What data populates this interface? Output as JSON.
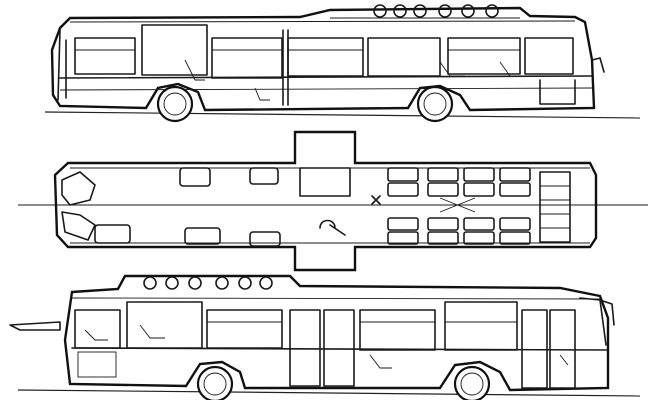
{
  "drawing": {
    "views": [
      {
        "id": "side-view-right",
        "description_visible": ""
      },
      {
        "id": "plan-view",
        "description_visible": ""
      },
      {
        "id": "side-view-left",
        "description_visible": ""
      }
    ],
    "stroke_color": "#1a1a1a",
    "background_color": "#ffffff"
  }
}
